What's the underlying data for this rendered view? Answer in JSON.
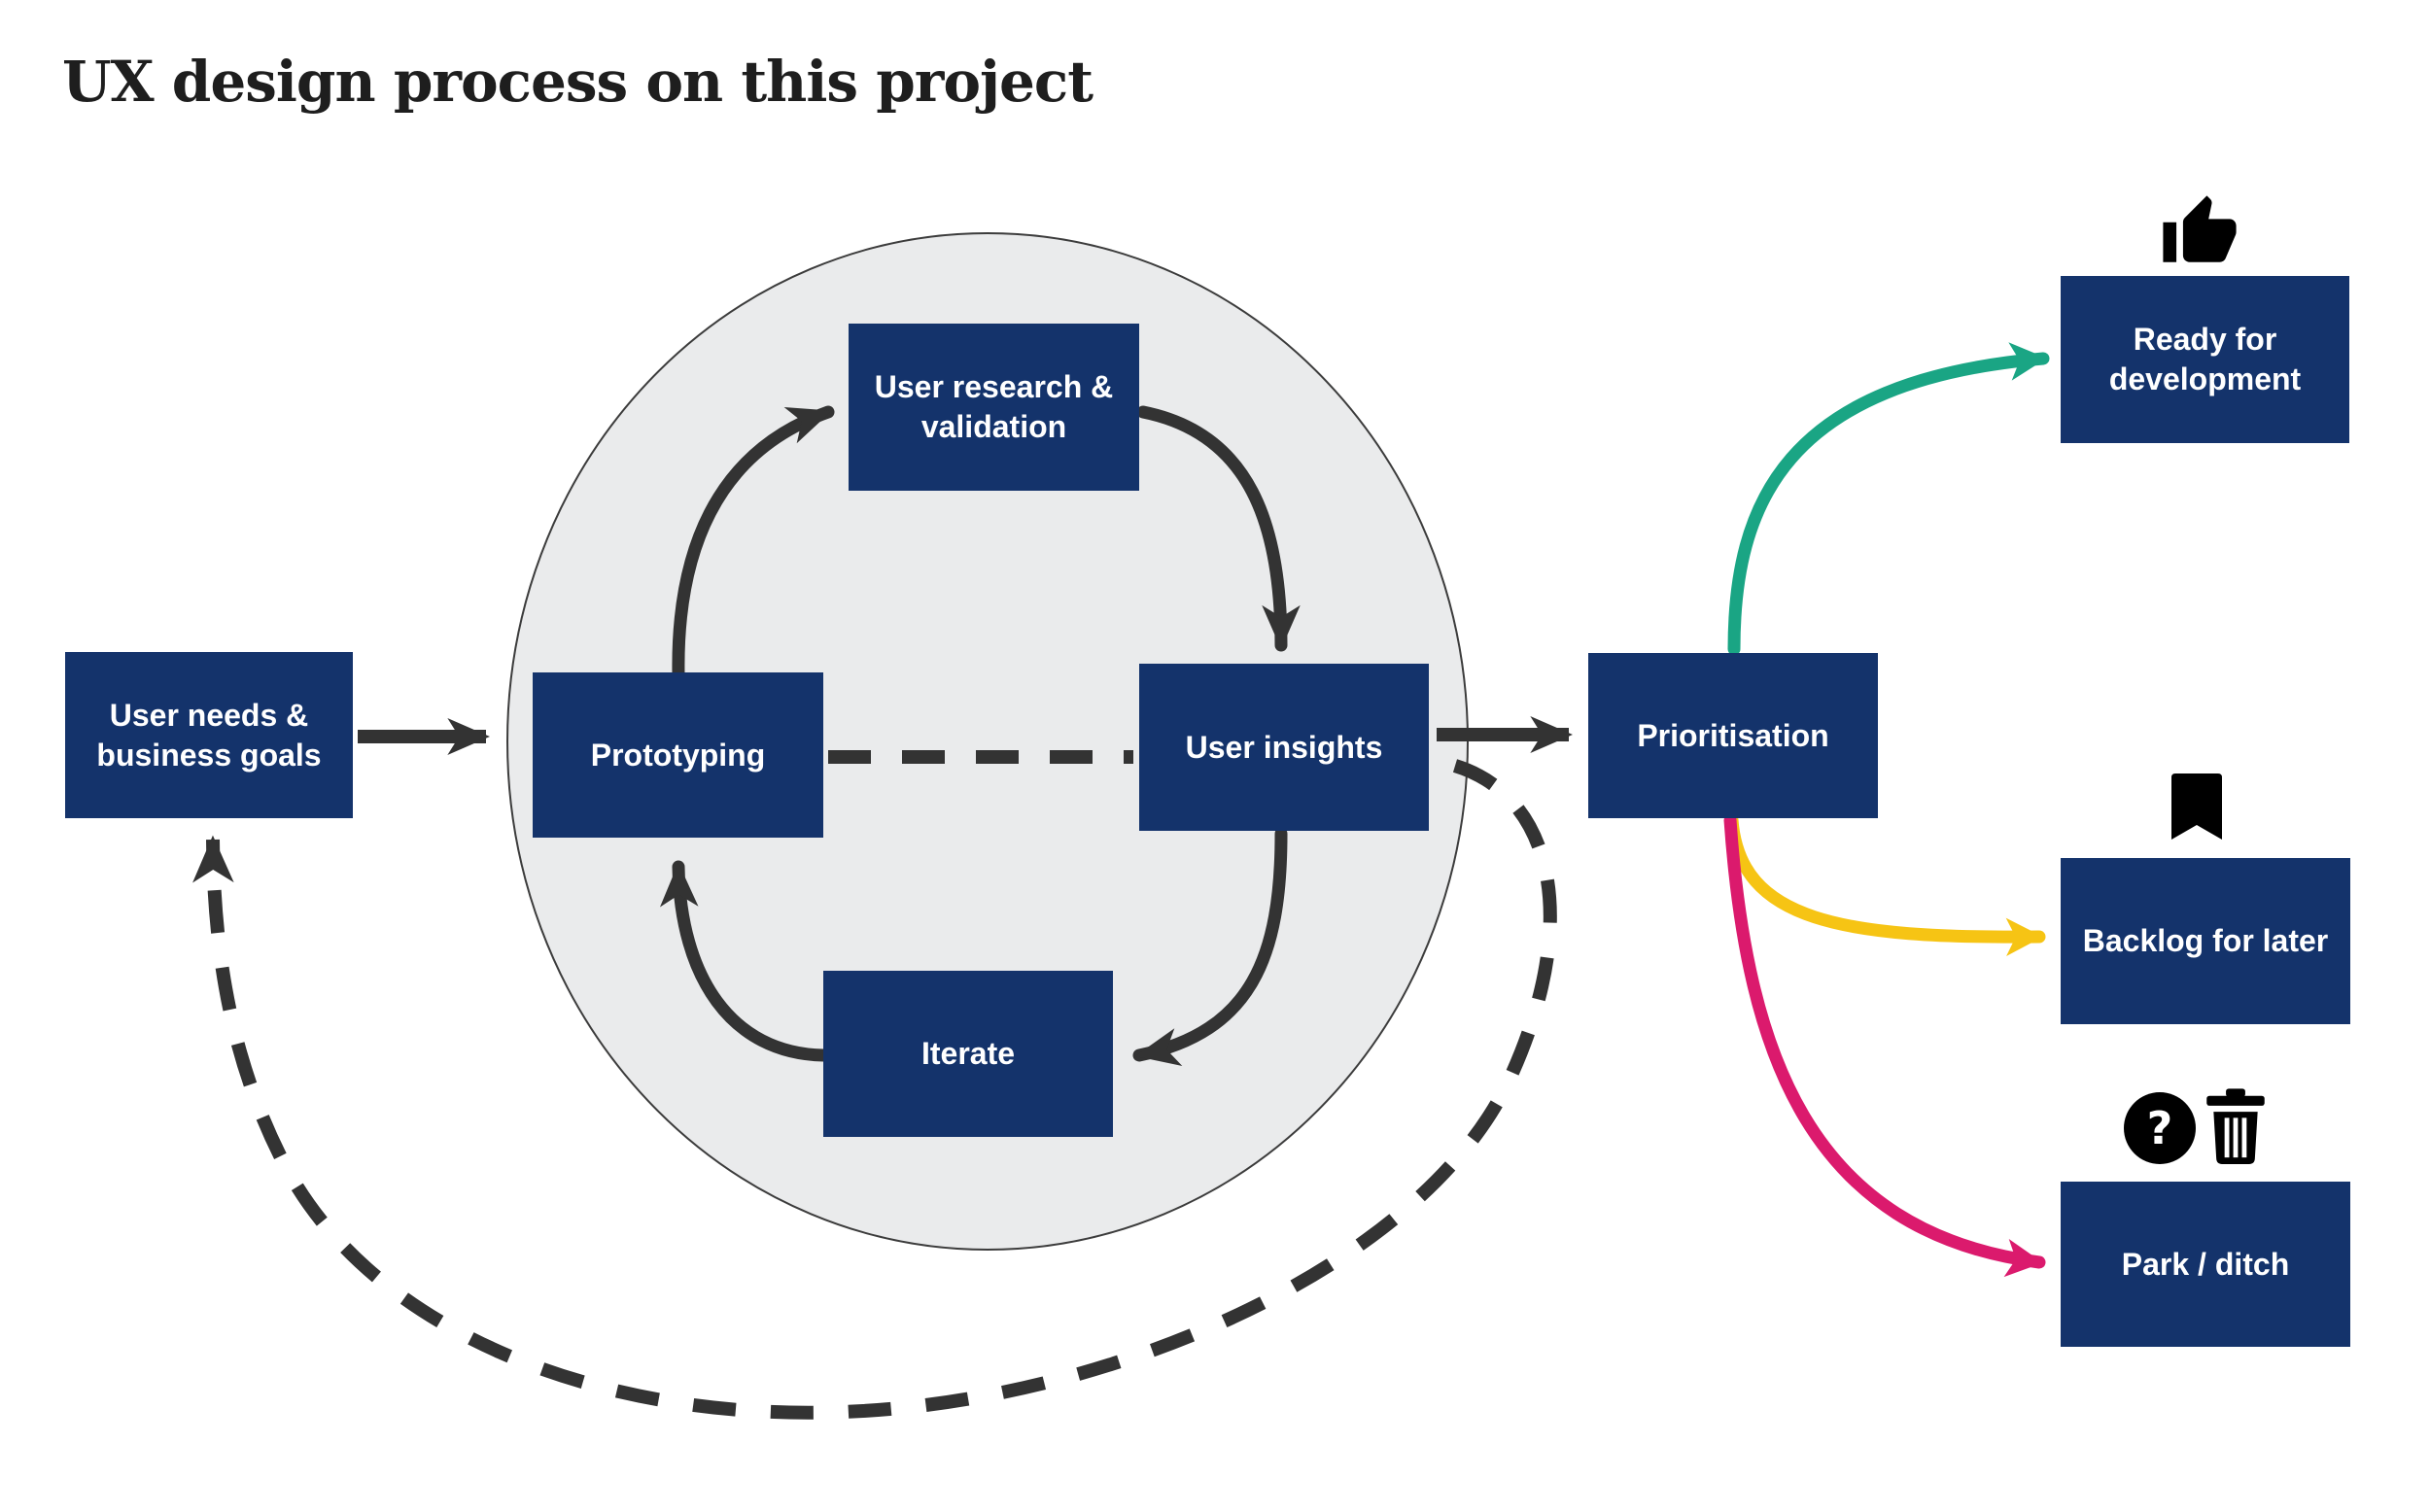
{
  "title": "UX design process on this project",
  "colors": {
    "navy": "#14336B",
    "arrow": "#333333",
    "green": "#1AA584",
    "yellow": "#F6C414",
    "pink": "#DB1A6D",
    "circle_fill": "#EAEBEC",
    "circle_stroke": "#3C3C3C"
  },
  "nodes": {
    "user_needs": {
      "label": "User needs & business goals"
    },
    "user_research": {
      "label": "User research & validation"
    },
    "prototyping": {
      "label": "Prototyping"
    },
    "user_insights": {
      "label": "User insights"
    },
    "iterate": {
      "label": "Iterate"
    },
    "prioritisation": {
      "label": "Prioritisation"
    },
    "ready": {
      "label": "Ready for development",
      "icon": "thumbs-up-icon"
    },
    "backlog": {
      "label": "Backlog for later",
      "icon": "bookmark-icon"
    },
    "park": {
      "label": "Park / ditch",
      "icons": [
        "help-icon",
        "trash-icon"
      ]
    }
  },
  "icons": {
    "help_glyph": "?"
  },
  "edges": [
    {
      "from": "user_needs",
      "to": "iteration-cycle",
      "style": "solid",
      "color": "#333333"
    },
    {
      "from": "prototyping",
      "to": "user_research",
      "style": "solid-curve",
      "color": "#333333"
    },
    {
      "from": "user_research",
      "to": "user_insights",
      "style": "solid-curve",
      "color": "#333333"
    },
    {
      "from": "user_insights",
      "to": "iterate",
      "style": "solid-curve",
      "color": "#333333"
    },
    {
      "from": "iterate",
      "to": "prototyping",
      "style": "solid-curve",
      "color": "#333333"
    },
    {
      "from": "prototyping",
      "to": "user_insights",
      "style": "dashed",
      "color": "#333333"
    },
    {
      "from": "user_insights",
      "to": "prioritisation",
      "style": "solid",
      "color": "#333333"
    },
    {
      "from": "user_insights",
      "to": "user_needs",
      "style": "dashed-curve",
      "color": "#333333"
    },
    {
      "from": "prioritisation",
      "to": "ready",
      "style": "solid-curve",
      "color": "#1AA584"
    },
    {
      "from": "prioritisation",
      "to": "backlog",
      "style": "solid-curve",
      "color": "#F6C414"
    },
    {
      "from": "prioritisation",
      "to": "park",
      "style": "solid-curve",
      "color": "#DB1A6D"
    }
  ]
}
